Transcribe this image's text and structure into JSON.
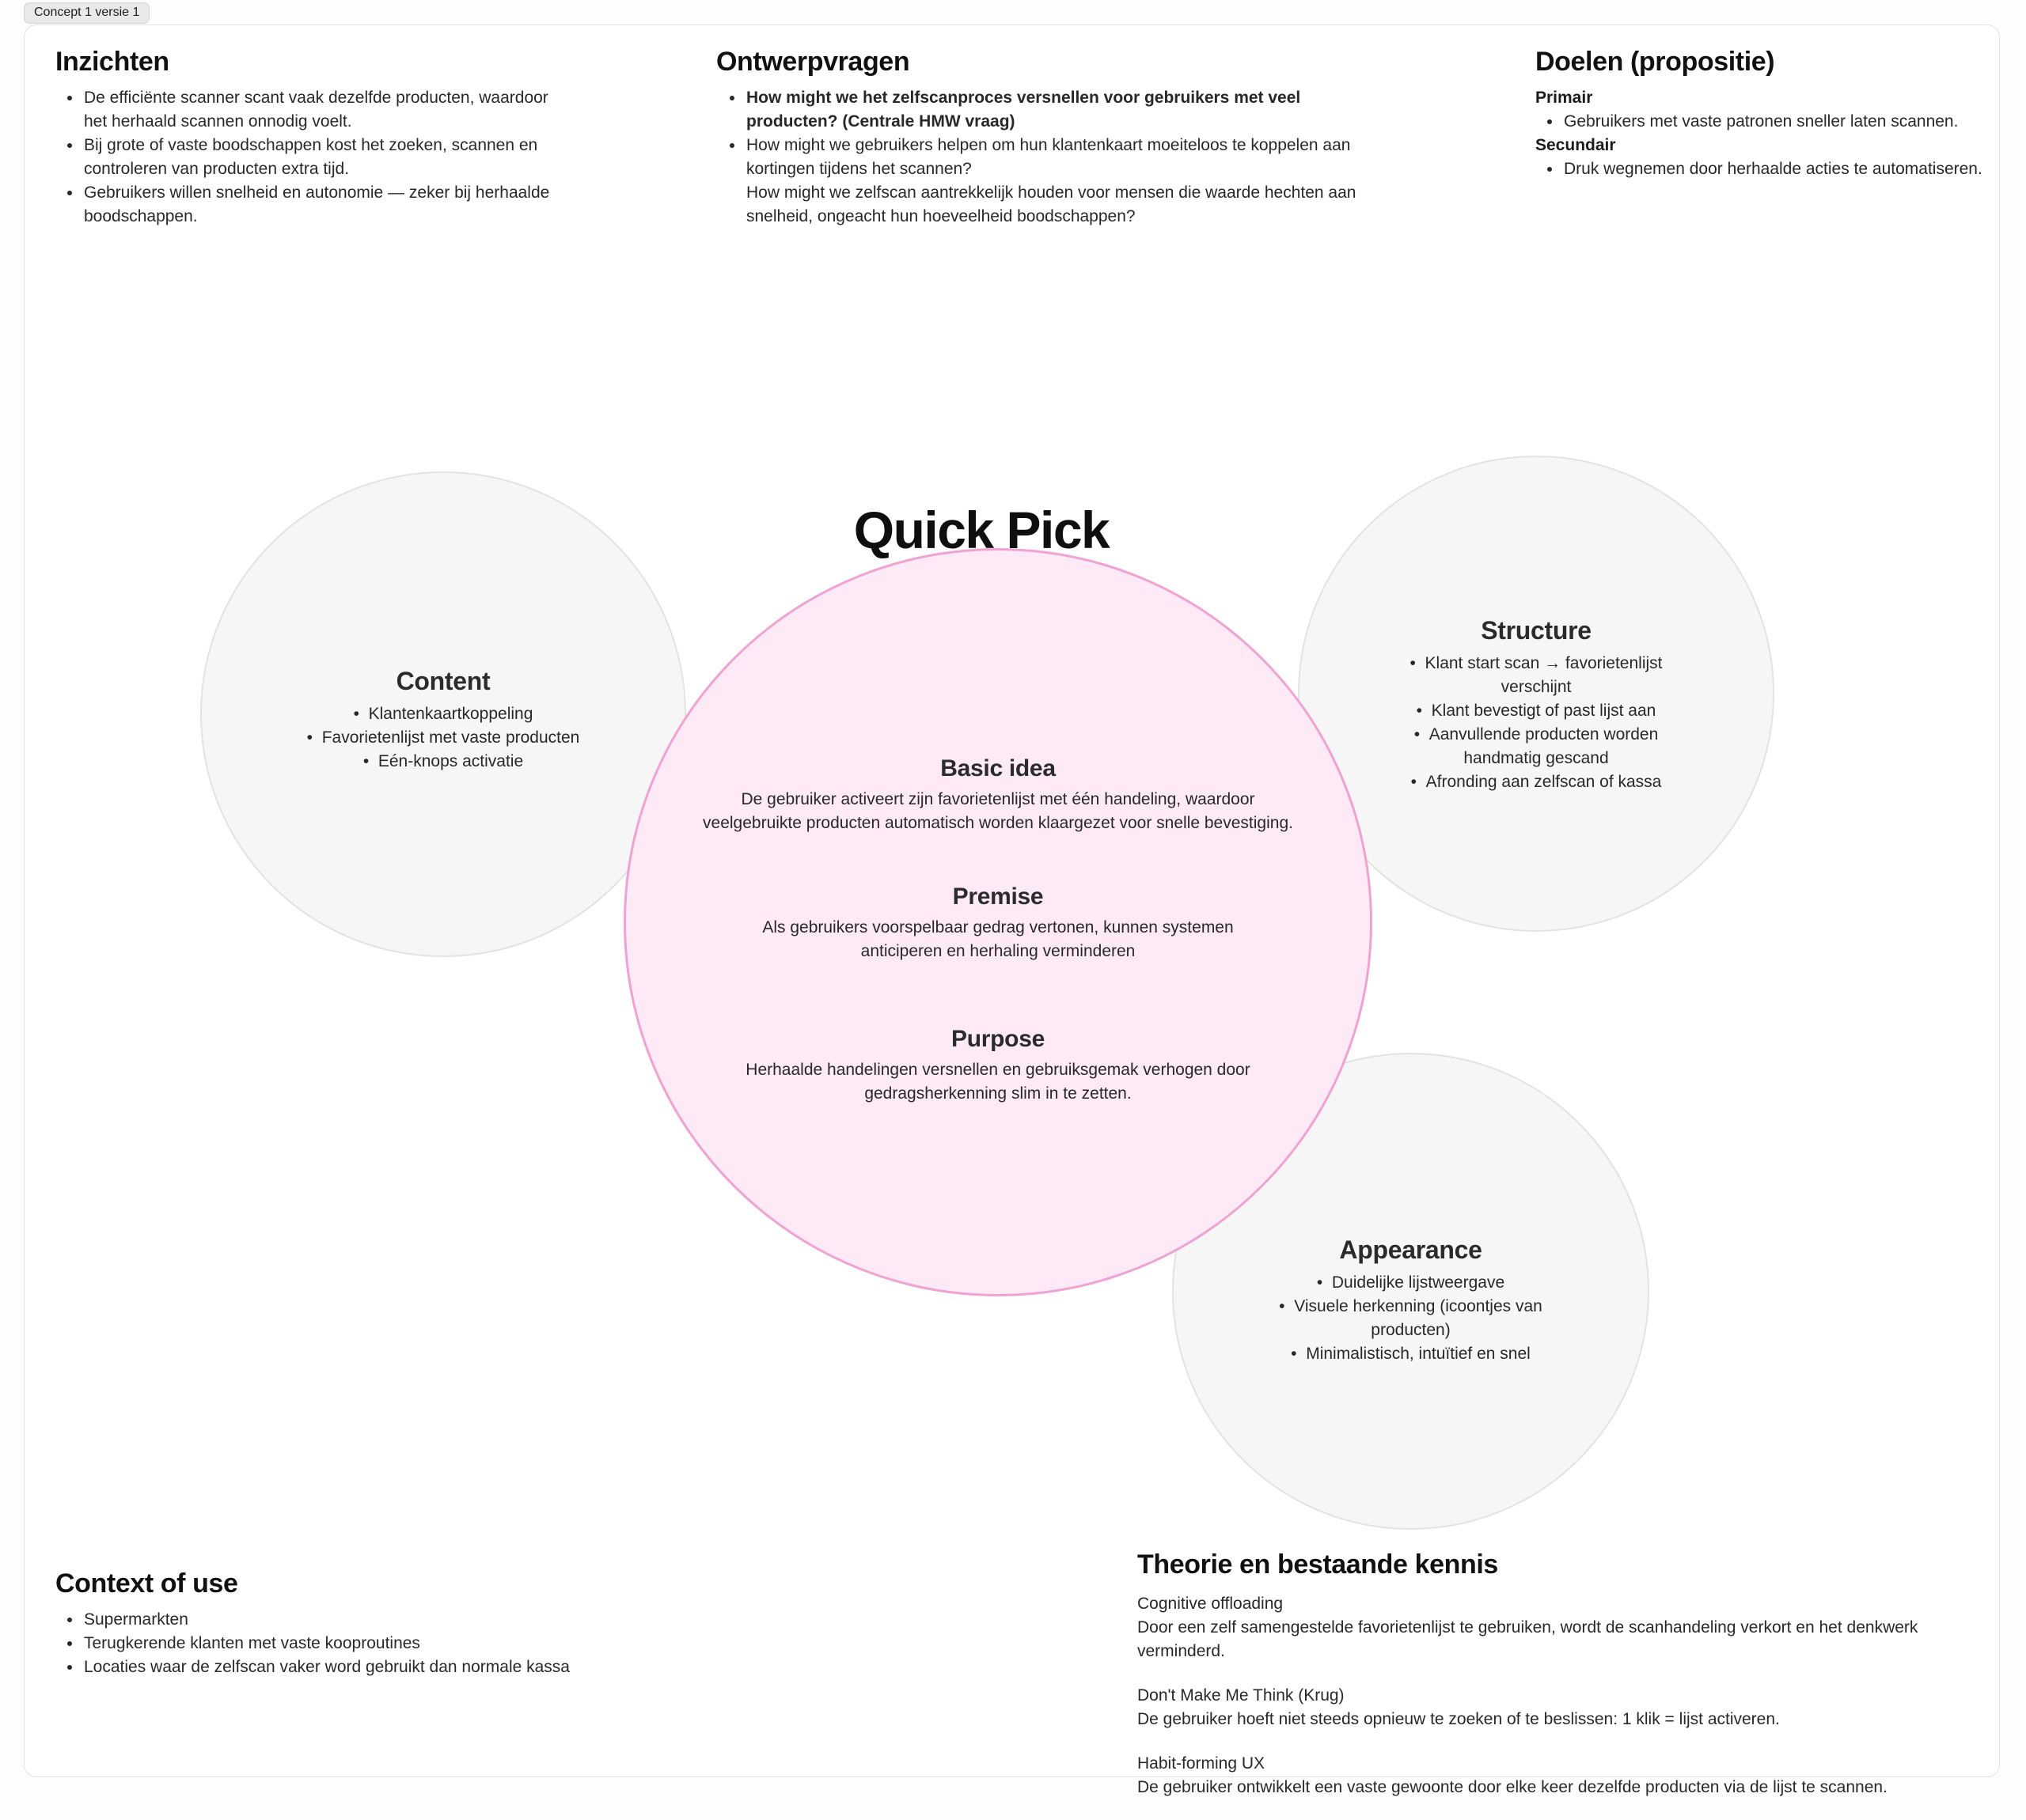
{
  "tag": {
    "label": "Concept 1 versie 1"
  },
  "title": "Quick Pick",
  "colors": {
    "concept_fill": "#fdeaf6",
    "concept_border": "#f0a2d2",
    "circle_fill": "#f6f6f6",
    "circle_border": "#e3e3e4"
  },
  "sections": {
    "inzichten": {
      "heading": "Inzichten",
      "items": [
        "De efficiënte scanner scant vaak dezelfde producten, waardoor het herhaald scannen onnodig voelt.",
        "Bij grote of vaste boodschappen kost het zoeken, scannen en controleren van producten extra tijd.",
        "Gebruikers willen snelheid en autonomie — zeker bij herhaalde boodschappen."
      ]
    },
    "ontwerpvragen": {
      "heading": "Ontwerpvragen",
      "central_question": "How might we het zelfscanproces versnellen voor gebruikers met veel producten? (Centrale HMW vraag)",
      "question2": "How might we gebruikers helpen om hun klantenkaart moeiteloos te koppelen aan kortingen tijdens het scannen?",
      "question3": "How might we zelfscan aantrekkelijk houden voor mensen die waarde hechten aan snelheid, ongeacht hun hoeveelheid boodschappen?"
    },
    "doelen": {
      "heading": "Doelen (propositie)",
      "primair_label": "Primair",
      "primair_items": [
        "Gebruikers met vaste patronen sneller laten scannen."
      ],
      "secundair_label": "Secundair",
      "secundair_items": [
        "Druk wegnemen door herhaalde acties te automatiseren."
      ]
    },
    "content_circle": {
      "heading": "Content",
      "items": [
        "Klantenkaartkoppeling",
        "Favorietenlijst met vaste producten",
        "Eén-knops activatie"
      ]
    },
    "structure_circle": {
      "heading": "Structure",
      "items": [
        "Klant start scan → favorietenlijst verschijnt",
        "Klant bevestigt of past lijst aan",
        "Aanvullende producten worden handmatig gescand",
        "Afronding aan zelfscan of kassa"
      ]
    },
    "appearance_circle": {
      "heading": "Appearance",
      "items": [
        "Duidelijke lijstweergave",
        "Visuele herkenning (icoontjes van producten)",
        "Minimalistisch, intuïtief en snel"
      ]
    },
    "concept_circle": {
      "basic_idea_heading": "Basic idea",
      "basic_idea_text": "De gebruiker activeert zijn favorietenlijst met één handeling, waardoor veelgebruikte producten automatisch worden klaargezet voor snelle bevestiging.",
      "premise_heading": "Premise",
      "premise_text": "Als gebruikers voorspelbaar gedrag vertonen, kunnen systemen anticiperen en herhaling verminderen",
      "purpose_heading": "Purpose",
      "purpose_text": "Herhaalde handelingen versnellen en gebruiksgemak verhogen door gedragsherkenning slim in te zetten."
    },
    "context_of_use": {
      "heading": "Context of use",
      "items": [
        "Supermarkten",
        "Terugkerende klanten met vaste kooproutines",
        "Locaties waar de zelfscan vaker word gebruikt dan normale kassa"
      ]
    },
    "theorie": {
      "heading": "Theorie en bestaande kennis",
      "blocks": [
        {
          "label": "Cognitive offloading",
          "text": "Door een zelf samengestelde favorietenlijst te gebruiken, wordt de scanhandeling verkort en het denkwerk verminderd."
        },
        {
          "label": "Don't Make Me Think (Krug)",
          "text": "De gebruiker hoeft niet steeds opnieuw te zoeken of te beslissen: 1 klik = lijst activeren."
        },
        {
          "label": "Habit-forming UX",
          "text": "De gebruiker ontwikkelt een vaste gewoonte door elke keer dezelfde producten via de lijst te scannen."
        }
      ]
    }
  }
}
